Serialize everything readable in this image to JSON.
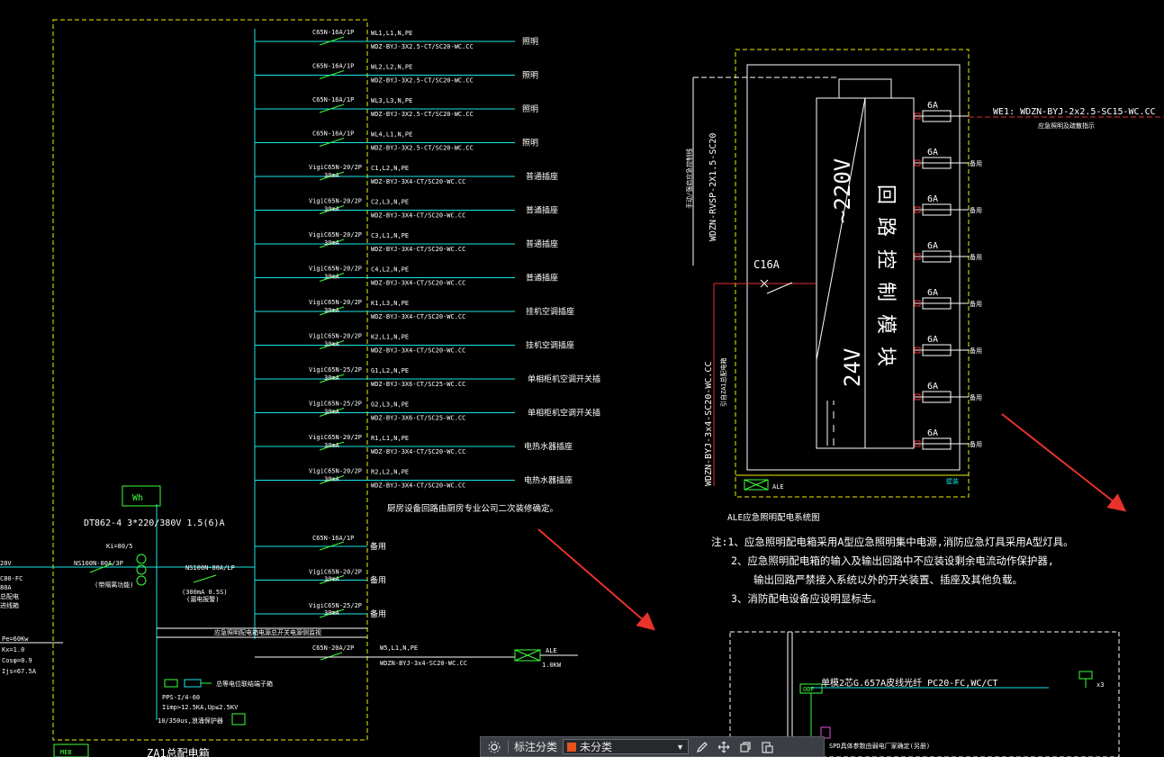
{
  "panel_left": {
    "title": "ZA1总配电箱",
    "meter_label": "Wh",
    "meter_model": "DT862-4  3*220/380V  1.5(6)A",
    "ki": "Ki=80/5",
    "main_breaker": "NS100N-80A/3P",
    "main_breaker_note": "(带隔离功能)",
    "second_breaker": "NS100N-80A/LP",
    "second_breaker_note1": "(300mA 0.5S)",
    "second_breaker_note2": "(漏电报警)",
    "supply": [
      "20V",
      "C80-FC",
      "80A",
      "总配电",
      "进线箱"
    ],
    "load_info": [
      "Pe=60Kw",
      "Kx=1.0",
      "Cosφ=0.9",
      "Ijs=67.5A"
    ],
    "circuits": [
      {
        "breaker": "C65N-16A/1P",
        "rcd": "",
        "phase": "WL1,L1,N,PE",
        "cable": "WDZ-BYJ-3X2.5-CT/SC20-WC.CC",
        "desc": "照明"
      },
      {
        "breaker": "C65N-16A/1P",
        "rcd": "",
        "phase": "WL2,L2,N,PE",
        "cable": "WDZ-BYJ-3X2.5-CT/SC20-WC.CC",
        "desc": "照明"
      },
      {
        "breaker": "C65N-16A/1P",
        "rcd": "",
        "phase": "WL3,L3,N,PE",
        "cable": "WDZ-BYJ-3X2.5-CT/SC20-WC.CC",
        "desc": "照明"
      },
      {
        "breaker": "C65N-16A/1P",
        "rcd": "",
        "phase": "WL4,L1,N,PE",
        "cable": "WDZ-BYJ-3X2.5-CT/SC20-WC.CC",
        "desc": "照明"
      },
      {
        "breaker": "VigiC65N-20/2P",
        "rcd": "30mA",
        "phase": "C1,L2,N,PE",
        "cable": "WDZ-BYJ-3X4-CT/SC20-WC.CC",
        "desc": "普通插座"
      },
      {
        "breaker": "VigiC65N-20/2P",
        "rcd": "30mA",
        "phase": "C2,L3,N,PE",
        "cable": "WDZ-BYJ-3X4-CT/SC20-WC.CC",
        "desc": "普通插座"
      },
      {
        "breaker": "VigiC65N-20/2P",
        "rcd": "30mA",
        "phase": "C3,L1,N,PE",
        "cable": "WDZ-BYJ-3X4-CT/SC20-WC.CC",
        "desc": "普通插座"
      },
      {
        "breaker": "VigiC65N-20/2P",
        "rcd": "30mA",
        "phase": "C4,L2,N,PE",
        "cable": "WDZ-BYJ-3X4-CT/SC20-WC.CC",
        "desc": "普通插座"
      },
      {
        "breaker": "VigiC65N-20/2P",
        "rcd": "30mA",
        "phase": "K1,L3,N,PE",
        "cable": "WDZ-BYJ-3X4-CT/SC20-WC.CC",
        "desc": "挂机空调插座"
      },
      {
        "breaker": "VigiC65N-20/2P",
        "rcd": "30mA",
        "phase": "K2,L1,N,PE",
        "cable": "WDZ-BYJ-3X4-CT/SC20-WC.CC",
        "desc": "挂机空调插座"
      },
      {
        "breaker": "VigiC65N-25/2P",
        "rcd": "30mA",
        "phase": "G1,L2,N,PE",
        "cable": "WDZ-BYJ-3X6-CT/SC25-WC.CC",
        "desc": "单相柜机空调开关插"
      },
      {
        "breaker": "VigiC65N-25/2P",
        "rcd": "30mA",
        "phase": "G2,L3,N,PE",
        "cable": "WDZ-BYJ-3X6-CT/SC25-WC.CC",
        "desc": "单相柜机空调开关插"
      },
      {
        "breaker": "VigiC65N-20/2P",
        "rcd": "30mA",
        "phase": "R1,L1,N,PE",
        "cable": "WDZ-BYJ-3X4-CT/SC20-WC.CC",
        "desc": "电热水器插座"
      },
      {
        "breaker": "VigiC65N-20/2P",
        "rcd": "30mA",
        "phase": "R2,L2,N,PE",
        "cable": "WDZ-BYJ-3X4-CT/SC20-WC.CC",
        "desc": "电热水器插座"
      }
    ],
    "kitchen_note": "厨房设备回路由厨房专业公司二次装修确定。",
    "spares": [
      {
        "breaker": "C65N-16A/1P",
        "rcd": "",
        "desc": "备用"
      },
      {
        "breaker": "VigiC65N-20/2P",
        "rcd": "30mA",
        "desc": "备用"
      },
      {
        "breaker": "VigiC65N-25/2P",
        "rcd": "30mA",
        "desc": "备用"
      }
    ],
    "monitor_note": "应急照明配电箱电源总开关电源侧监视",
    "emergency": {
      "breaker": "C65N-20A/2P",
      "phase": "W5,L1,N,PE",
      "cable": "WDZN-BYJ-3x4-SC20-WC.CC",
      "target": "ALE",
      "power": "1.0KW"
    },
    "spd_label": "总等电位联结端子箱",
    "spd": [
      "PPS-I/4-60",
      "Iimp>12.5KA,Up≤2.5KV",
      "10/350us,浪涌保护器"
    ],
    "meb": "MEB"
  },
  "panel_right": {
    "title": "ALE应急照明配电系统图",
    "feed_cable": "WDZN-RVSP-2X1.5-SC20",
    "feed_note": "手动/强启应急控制线",
    "supply_cable": "WDZN-BYJ-3x4-SC20-WC.CC",
    "supply_note": "引自ZA1总配电箱",
    "main_breaker": "C16A",
    "module_v_ac": "~220V",
    "module_v_dc": "24V",
    "module_text": "回路控制模块",
    "fuse_labels": [
      "6A",
      "6A",
      "6A",
      "6A",
      "6A",
      "6A",
      "6A",
      "6A"
    ],
    "we1": "WE1:  WDZN-BYJ-2x2.5-SC15-WC.CC",
    "we1_note": "应急照明及疏散指示",
    "spare_label": "备用",
    "bottom_tag": "ALE",
    "mount": "壁装"
  },
  "notes": [
    "注:1、应急照明配电箱采用A型应急照明集中电源,消防应急灯具采用A型灯具。",
    "2、应急照明配电箱的输入及输出回路中不应装设剩余电流动作保护器,",
    "输出回路严禁接入系统以外的开关装置、插座及其他负载。",
    "3、消防配电设备应设明显标志。"
  ],
  "weak_panel": {
    "cable": "单模2芯G.657A皮线光纤 PC20-FC,WC/CT",
    "odf": "ODF",
    "label": "SPD具体参数由弱电厂家确定(另册)",
    "terminal": "x3"
  },
  "toolbar": {
    "label": "标注分类",
    "select_value": "未分类",
    "swatch_color": "#e8521e"
  },
  "colors": {
    "busbar": "#19e6e6",
    "frame": "#f0f000",
    "annotation_arrow": "#e8322a",
    "device": "#3dff3d",
    "feed_line": "#e03030"
  }
}
